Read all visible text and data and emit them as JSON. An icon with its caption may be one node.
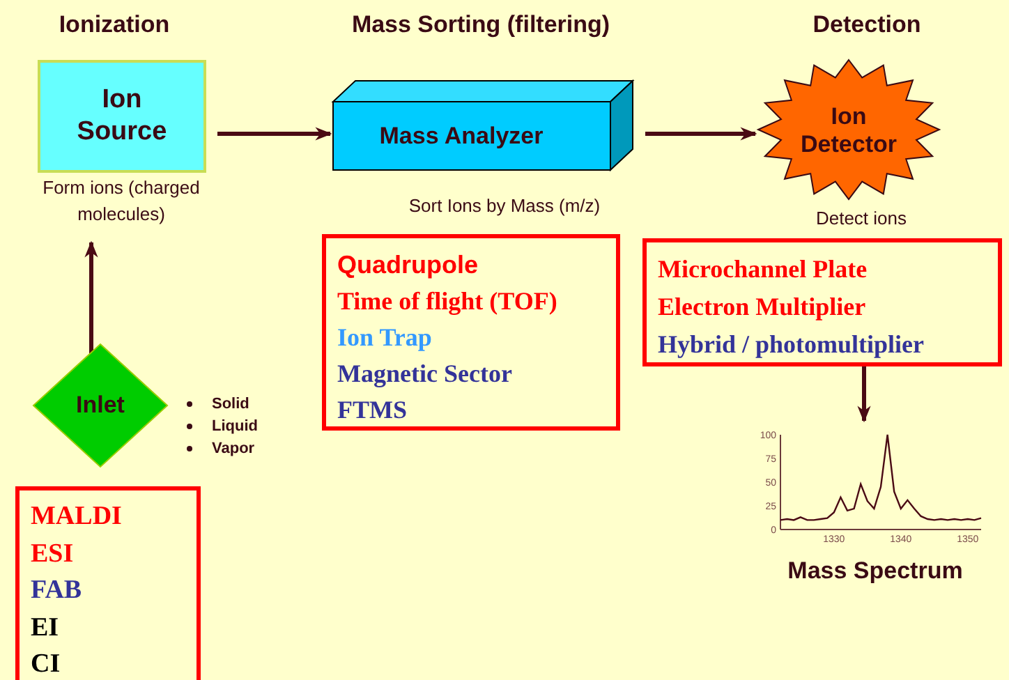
{
  "diagram": {
    "nodes": [
      {
        "text": [
          "Ion Source"
        ],
        "beside": [
          "Form ions (charged molecules)"
        ]
      },
      {
        "text": [
          "Mass Analyzer"
        ],
        "beside": [
          "Sort Ions by Mass (m/z)"
        ]
      },
      {
        "text": [
          "Ion Detector"
        ],
        "beside": [
          "Detect ions"
        ]
      },
      {
        "text": [
          "Inlet"
        ],
        "beside": [
          "Solid",
          "Liquid",
          "Vapor"
        ]
      },
      {
        "text": [
          "MALDI",
          "ESI",
          "FAB",
          "EI",
          "CI"
        ]
      },
      {
        "text": [
          "Quadrupole",
          "Time of flight (TOF)",
          "Ion Trap",
          "Magnetic Sector",
          "FTMS"
        ]
      },
      {
        "text": [
          "Microchannel Plate",
          "Electron Multiplier",
          "Hybrid / photomultiplier"
        ]
      },
      {
        "text": [
          "Mass Spectrum"
        ]
      }
    ],
    "edges": [
      {
        "from": 0,
        "to": 1,
        "arrow": "to"
      },
      {
        "from": 1,
        "to": 2,
        "arrow": "to"
      },
      {
        "from": 3,
        "to": 0,
        "arrow": "to"
      },
      {
        "from": 6,
        "to": 7,
        "arrow": "to"
      }
    ],
    "labels": [
      "Ionization",
      "Mass Sorting (filtering)",
      "Detection"
    ],
    "chart_data": {
      "type": "line",
      "x": [
        1322,
        1323,
        1324,
        1325,
        1326,
        1327,
        1328,
        1329,
        1330,
        1331,
        1332,
        1333,
        1334,
        1335,
        1336,
        1337,
        1338,
        1339,
        1340,
        1341,
        1342,
        1343,
        1344,
        1345,
        1346,
        1347,
        1348,
        1349,
        1350,
        1351,
        1352
      ],
      "series": [
        {
          "color": "#4a0a14",
          "values": [
            10,
            11,
            10,
            13,
            10,
            10,
            11,
            12,
            18,
            34,
            20,
            22,
            48,
            30,
            22,
            45,
            100,
            40,
            22,
            31,
            22,
            14,
            11,
            10,
            11,
            10,
            11,
            10,
            11,
            10,
            12
          ]
        }
      ],
      "xticks": [
        1330,
        1340,
        1350
      ],
      "yticks": [
        0,
        25,
        50,
        75,
        100
      ],
      "xlim": [
        1322,
        1352
      ],
      "ylim": [
        0,
        100
      ]
    }
  }
}
